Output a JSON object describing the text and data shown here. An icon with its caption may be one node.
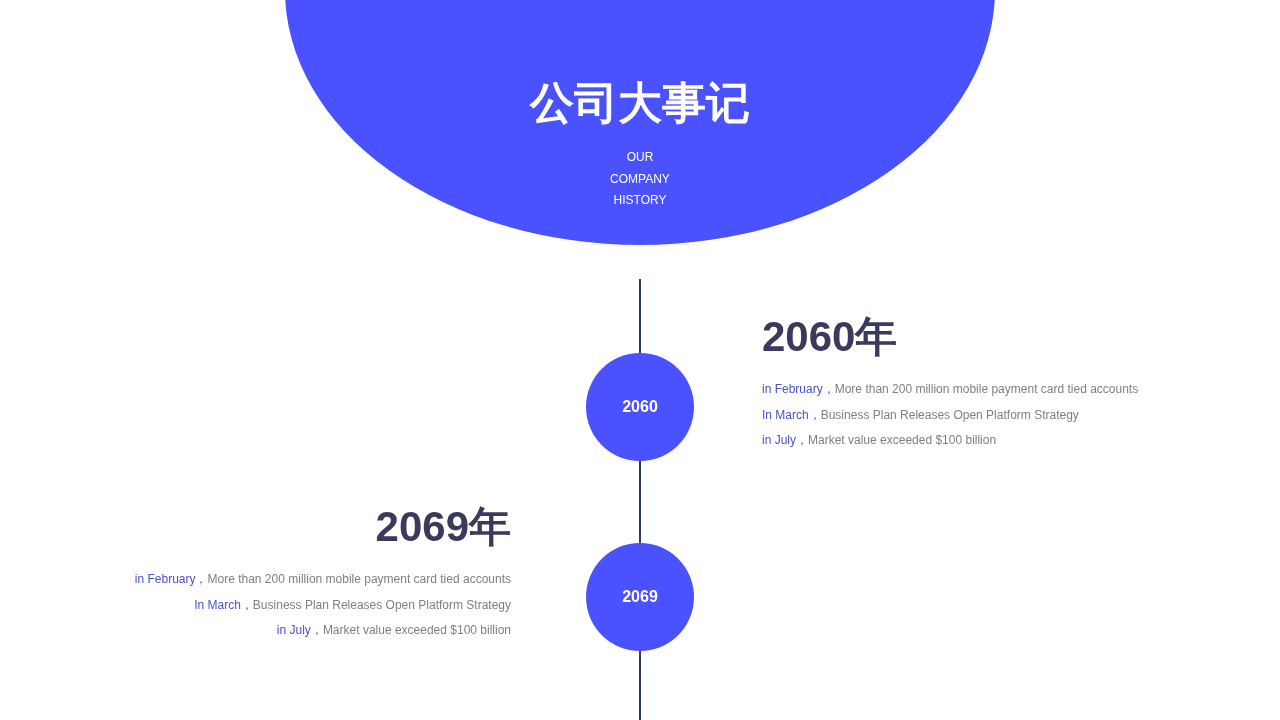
{
  "diagram": {
    "nodes": [
      {
        "text": [
          "公司大事记",
          "OUR COMPANY HISTORY"
        ]
      },
      {
        "text": [
          "2060"
        ],
        "beside": [
          "2060年",
          "in February，",
          "More than 200 million mobile payment card tied accounts",
          "In March，",
          "Business Plan Releases Open Platform Strategy",
          "in July，",
          "Market value exceeded $100 billion"
        ]
      },
      {
        "text": [
          "2069"
        ],
        "beside": [
          "2069年",
          "in February，",
          "More than 200 million mobile payment card tied accounts",
          "In March，",
          "Business Plan Releases Open Platform Strategy",
          "in July，",
          "Market value exceeded $100 billion"
        ]
      }
    ],
    "edges": [
      {
        "from": null,
        "to": 1,
        "arrow": "none"
      },
      {
        "from": 1,
        "to": 2,
        "arrow": "none"
      },
      {
        "from": 2,
        "to": null,
        "arrow": "none"
      }
    ]
  }
}
